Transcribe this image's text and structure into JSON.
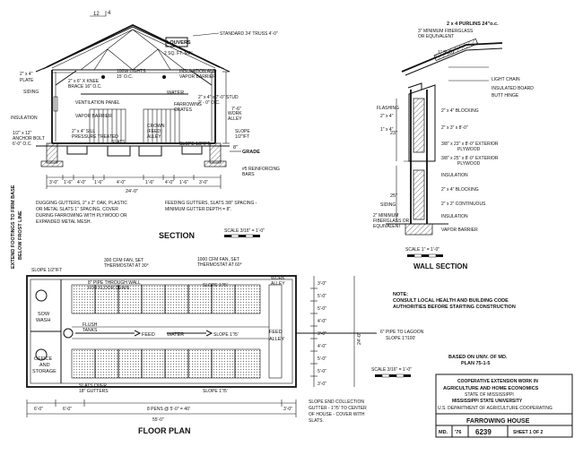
{
  "section": {
    "title": "SECTION",
    "truss": "STANDARD 24' TRUSS 4'-0\"",
    "louvers": "LOUVERS",
    "louvers_area": "2 SQ. FT. MIN",
    "plate": "2\" x 4\"",
    "plate2": "PLATE",
    "siding": "SIDING",
    "brace": "2\" x 6\" X KNEE",
    "brace2": "BRACE 16\" O.C.",
    "lights": "100W LIGHTS",
    "lights2": "15' O.C.",
    "insulation_vb": "INSULATION AND",
    "insulation_vb2": "VAPOR BARRIER",
    "ventilation": "VENTILATION PANEL",
    "water": "WATER",
    "stud": "2\" x 4\" x 7'-0\" STUD",
    "stud2": "2' - 0\" O.C.",
    "insulation": "INSULATION",
    "vapor_barrier": "VAPOR BARRIER",
    "farrowing_crates": "FARROWING",
    "farrowing_crates2": "CRATES",
    "work_alley": "WORK",
    "work_alley2": "ALLEY",
    "anchor": "1/2\" x 12\"",
    "anchor2": "ANCHOR BOLT",
    "anchor3": "6'-0\" O.C.",
    "sill": "2\" x 4\" SILL",
    "sill2": "PRESSURE TREATED",
    "slats": "SLATS",
    "crown": "CROWN",
    "crown2": "(FEED)",
    "crown3": "ALLEY",
    "slope_half": "SLOPE 1/2\"/FT",
    "slope_half2": "SLOPE",
    "slope_half3": "1/2\"/FT",
    "height": "7'-6\"",
    "eight": "8\"",
    "grade": "GRADE",
    "reinforcing": "#5 REINFORCING",
    "reinforcing2": "BARS",
    "dims": [
      "3'-0\"",
      "1'-6\"",
      "4'-0\"",
      "1'-6\"",
      "4'-0\"",
      "1'-6\"",
      "4'-0\"",
      "1'-6\"",
      "3'-0\""
    ],
    "overall": "24'-0\"",
    "gutter_note": [
      "DUGGING GUTTERS, 2\" x 2\" OAK, PLASTIC",
      "OR METAL SLATS 1\" SPACING, COVER",
      "DURING FARROWING WITH PLYWOOD OR",
      "EXPANDED METAL MESH."
    ],
    "feed_note": [
      "FEEDING GUTTERS, SLATS 3/8\" SPACING -",
      "MINIMUM GUTTER DEPTH = 8\"."
    ],
    "scale": "SCALE 3/16\" = 1'-0\"",
    "vertical_note": "EXTEND FOOTINGS TO FIRM BASE",
    "vertical_note2": "BELOW FROST LINE",
    "roof_pitch": "12",
    "roof_rise": "4"
  },
  "wall": {
    "title": "WALL SECTION",
    "purlins": "2 x 4 PURLINS 24\"o.c.",
    "fiberglass": "3\" MINIMUM FIBERGLASS",
    "fiberglass2": "OR EQUIVALENT",
    "slot": "1\" SLOT",
    "light_chain": "LIGHT CHAIN",
    "insulated_board": "INSULATED BOARD",
    "butt_hinge": "BUTT HINGE",
    "flashing": "FLASHING",
    "blocking": "2\" x 4\" BLOCKING",
    "b24": "2\" x 4\"",
    "b14": "1\" x 4\"",
    "b238": "2\" x 3\" x 8'-0\"",
    "ext1": "3/8\" x 23\" x 8'-0\" EXTERIOR",
    "ext1b": "PLYWOOD",
    "ext2": "3/8\" x 25\" x 8'-0\" EXTERIOR",
    "ext2b": "PLYWOOD",
    "insulation": "INSULATION",
    "blocking2": "2\" x 4\" BLOCKING",
    "continuous": "2\" x 2\" CONTINUOUS",
    "siding": "SIDING",
    "min_fiberglass": "2\" MINIMUM",
    "min_fiberglass2": "FIBERGLASS OR",
    "min_fiberglass3": "EQUIVALENT",
    "insulation2": "INSULATION",
    "vapor": "VAPOR BARRIER",
    "h23": "23\"",
    "h25": "25\"",
    "scale": "SCALE 1\" = 1'-0\""
  },
  "plan": {
    "title": "FLOOR PLAN",
    "slope_top": "SLOPE 1/2\"/FT",
    "fan1": "300 CFM FAN, SET",
    "fan1b": "THERMOSTAT AT 30°",
    "fan2": "1000 CFM FAN, SET",
    "fan2b": "THERMOSTAT AT 60°",
    "pipe": "8\" PIPE THROUGH WALL",
    "pipe2": "FOR FLOOR DRAIN",
    "slope_15": "SLOPE 1\"/5'",
    "work_alley": "WORK",
    "work_alley2": "ALLEY",
    "sow_wash": "SOW",
    "sow_wash2": "WASH",
    "flush": "FLUSH",
    "flush2": "TANKS",
    "feed": "FEED",
    "water": "WATER",
    "slope_mid": "SLOPE 1\"/5'",
    "feed_alley": "FEED",
    "feed_alley2": "ALLEY",
    "office": "OFFICE",
    "office2": "AND",
    "office3": "STORAGE",
    "slats_over": "SLATS OVER",
    "slats_over2": "18\" GUTTERS",
    "slope_bottom": "SLOPE 1\"/5'",
    "pens": "8 PENS @ 5'-0\" = 40'",
    "dim_left1": "6'-0\"",
    "dim_left2": "6'-0\"",
    "overall": "55'-0\"",
    "dim_right": "3'-0\"",
    "right_dims": [
      "3'-0\"",
      "5'-0\"",
      "5'-0\"",
      "4'-0\"",
      "3'-0\"",
      "4'-0\"",
      "5'-0\"",
      "5'-0\"",
      "3'-0\""
    ],
    "overall_w": "24'-0\"",
    "lagoon": "6\" PIPE TO LAGOON",
    "lagoon2": "SLOPE 1\"/100'",
    "collection": [
      "SLOPE END COLLECTION",
      "GUTTER - 1\"/5' TO CENTER",
      "OF HOUSE - COVER WITH",
      "SLATS."
    ],
    "scale": "SCALE 3/16\" = 1'-0\""
  },
  "note": {
    "label": "NOTE:",
    "line1": "CONSULT LOCAL HEALTH AND BUILDING CODE",
    "line2": "AUTHORITIES BEFORE STARTING CONSTRUCTION"
  },
  "based": {
    "line1": "BASED ON UNIV. OF MD.",
    "line2": "PLAN 75-1-5"
  },
  "title_block": {
    "coop1": "COOPERATIVE EXTENSION WORK IN",
    "coop2": "AGRICULTURE AND HOME ECONOMICS",
    "coop3": "STATE OF MISSISSIPPI",
    "coop4": "MISSISSIPPI STATE UNIVERSITY",
    "coop5": "U.S. DEPARTMENT OF AGRICULTURE COOPERATING",
    "title": "FARROWING HOUSE",
    "md": "MD.",
    "year": "'76",
    "number": "6239",
    "sheet": "SHEET 1 OF 2"
  }
}
